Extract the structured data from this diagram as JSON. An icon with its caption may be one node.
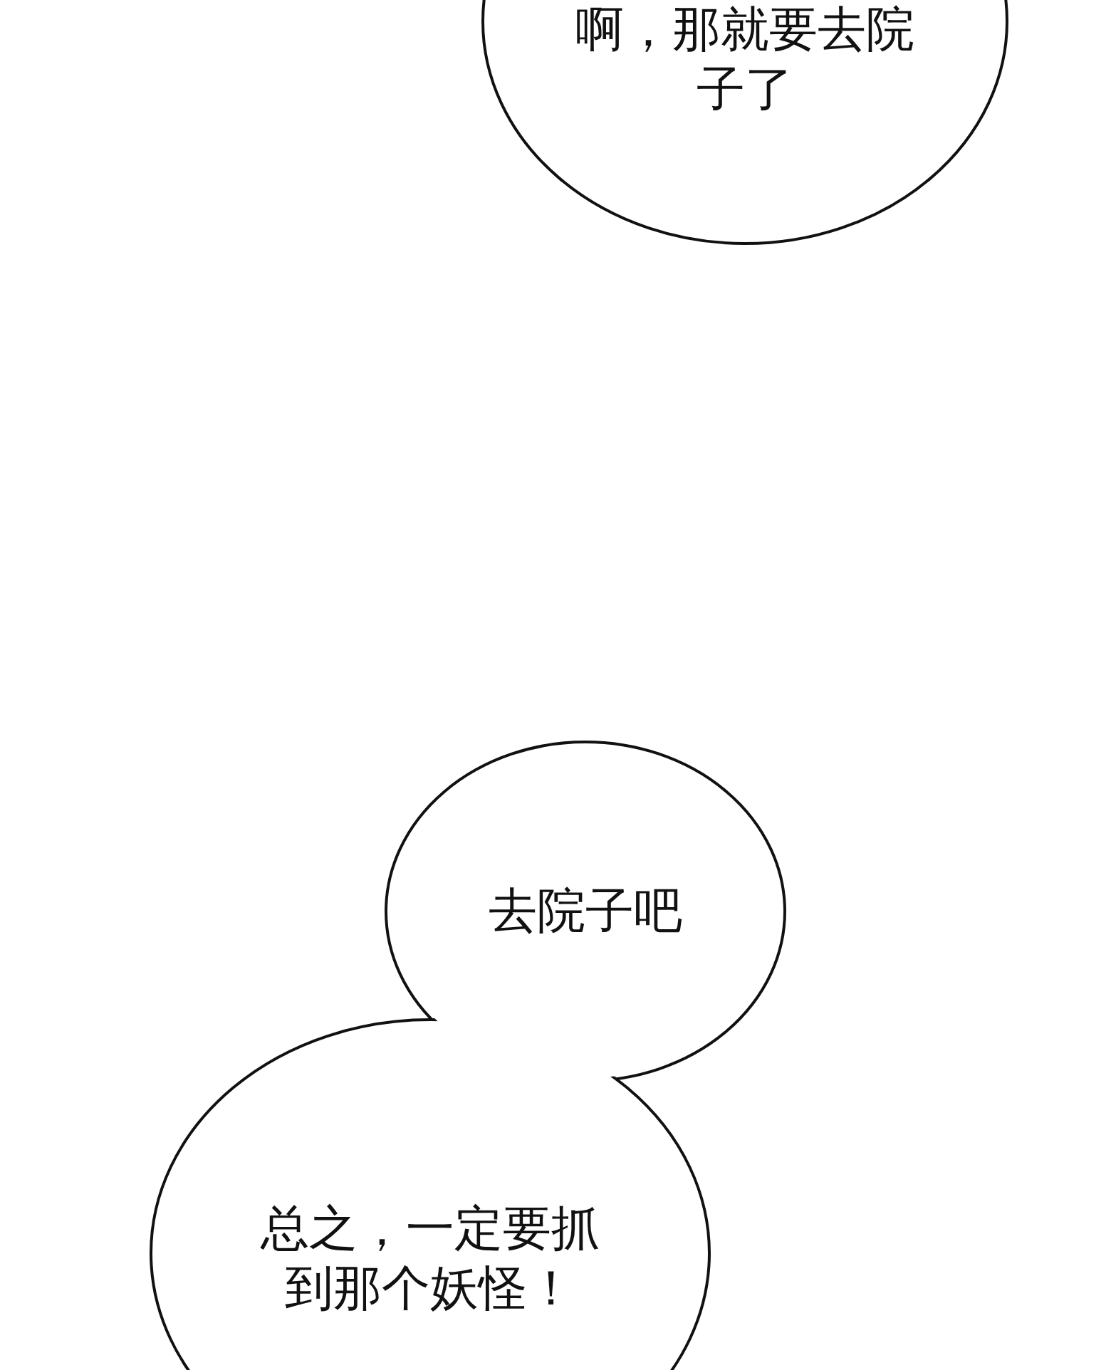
{
  "diagram": {
    "nodes": [
      {
        "text": [
          "啊，那就要去院子了"
        ]
      },
      {
        "text": [
          "去院子吧"
        ]
      },
      {
        "text": [
          "总之，一定要抓到那个妖怪！"
        ]
      }
    ]
  }
}
